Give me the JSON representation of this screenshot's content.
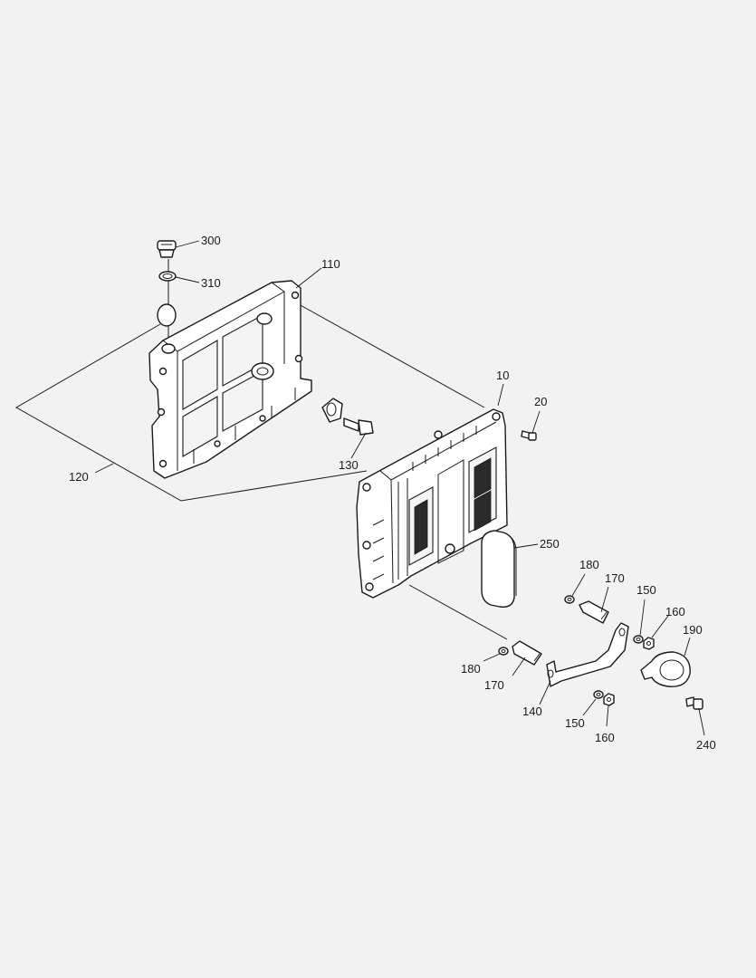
{
  "callouts": {
    "c300": "300",
    "c310": "310",
    "c110": "110",
    "c10": "10",
    "c20": "20",
    "c130": "130",
    "c120": "120",
    "c250": "250",
    "c180a": "180",
    "c170a": "170",
    "c150a": "150",
    "c160a": "160",
    "c190": "190",
    "c180b": "180",
    "c170b": "170",
    "c140": "140",
    "c150b": "150",
    "c160b": "160",
    "c240": "240"
  },
  "colors": {
    "background": "#f2f2f2",
    "line": "#1a1a1a",
    "part_fill": "#ffffff"
  }
}
